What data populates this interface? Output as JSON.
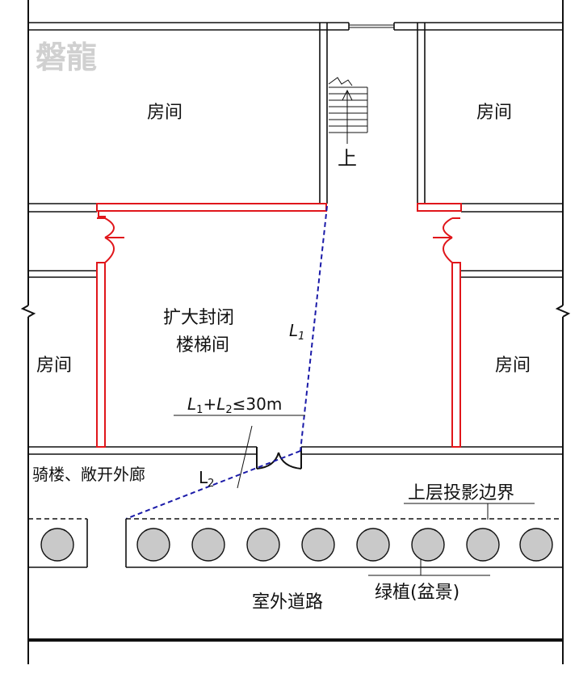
{
  "watermark": "磐龍",
  "labels": {
    "room_top_left": "房间",
    "room_top_right": "房间",
    "room_mid_left": "房间",
    "room_mid_right": "房间",
    "stair_up": "上",
    "stair_hall_line1": "扩大封闭",
    "stair_hall_line2": "楼梯间",
    "arcade": "骑楼、敞开外廊",
    "projection_boundary": "上层投影边界",
    "planter": "绿植(盆景)",
    "road": "室外道路"
  },
  "distance": {
    "l1_letter": "L",
    "l1_sub": "1",
    "l2_letter": "L",
    "l2_sub": "2",
    "formula_l1": "L",
    "formula_s1": "1",
    "formula_plus": "+",
    "formula_l2": "L",
    "formula_s2": "2",
    "formula_limit": "≤30m"
  },
  "colors": {
    "wall": "#111111",
    "stair_hall_wall": "#e0161b",
    "dashed_path": "#1a1aa8",
    "shrub_fill": "#c9c9c9",
    "watermark": "#d0d0d0"
  },
  "shrubs": {
    "count": 9
  }
}
